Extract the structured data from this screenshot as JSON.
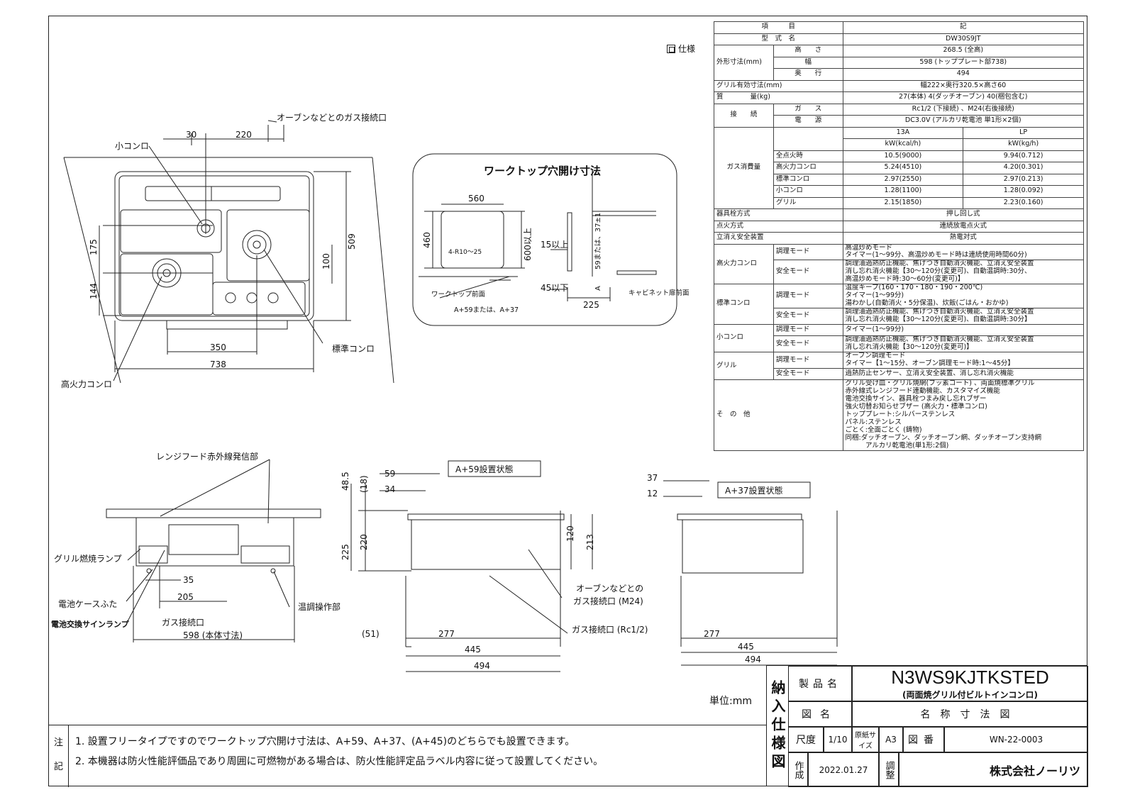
{
  "spec_section_label": "仕様",
  "spec_table": {
    "header": {
      "item": "項　　　目",
      "note": "記"
    },
    "model": {
      "label": "型　式　名",
      "value": "DW30S9JT"
    },
    "dimensions": {
      "group": "外形寸法(mm)",
      "rows": [
        {
          "label": "高　　さ",
          "value": "268.5 (全高)"
        },
        {
          "label": "幅",
          "value": "598 (トッププレート部738)"
        },
        {
          "label": "奥　　行",
          "value": "494"
        }
      ]
    },
    "grill_size": {
      "label": "グリル有効寸法(mm)",
      "value": "幅222×奥行320.5×高さ60"
    },
    "weight": {
      "label": "質　　　　量(kg)",
      "value": "27(本体) 4(ダッチオーブン) 40(梱包含む)"
    },
    "connection": {
      "group": "接　　続",
      "rows": [
        {
          "label": "ガ　　ス",
          "value": "Rc1/2 (下接続) 、M24(右後接続)"
        },
        {
          "label": "電　　源",
          "value": "DC3.0V (アルカリ乾電池 単1形×2個)"
        }
      ]
    },
    "gas": {
      "group": "ガス消費量",
      "col_13a": "13A",
      "col_lp": "LP",
      "unit_13a": "kW(kcal/h)",
      "unit_lp": "kW(kg/h)",
      "rows": [
        {
          "label": "全点火時",
          "v13a": "10.5(9000)",
          "vlp": "9.94(0.712)"
        },
        {
          "label": "高火力コンロ",
          "v13a": "5.24(4510)",
          "vlp": "4.20(0.301)"
        },
        {
          "label": "標準コンロ",
          "v13a": "2.97(2550)",
          "vlp": "2.97(0.213)"
        },
        {
          "label": "小コンロ",
          "v13a": "1.28(1100)",
          "vlp": "1.28(0.092)"
        },
        {
          "label": "グリル",
          "v13a": "2.15(1850)",
          "vlp": "2.23(0.160)"
        }
      ]
    },
    "misc": [
      {
        "label": "器具栓方式",
        "value": "押し回し式"
      },
      {
        "label": "点火方式",
        "value": "連続放電点火式"
      },
      {
        "label": "立消え安全装置",
        "value": "熱電対式"
      }
    ],
    "burners": [
      {
        "name": "高火力コンロ",
        "modes": [
          {
            "mode": "調理モード",
            "lines": [
              "高温炒めモード",
              "タイマー(1〜99分、高温炒めモード時は連続使用時間60分)"
            ]
          },
          {
            "mode": "安全モード",
            "lines": [
              "調理油過熱防止機能、焦げつき自動消火機能、立消え安全装置",
              "消し忘れ消火機能【30〜120分(変更可)、自動温調時:30分、",
              "高温炒めモード時:30〜60分(変更可)】"
            ]
          }
        ]
      },
      {
        "name": "標準コンロ",
        "modes": [
          {
            "mode": "調理モード",
            "lines": [
              "温度キープ(160・170・180・190・200℃)",
              "タイマー(1〜99分)",
              "湯わかし(自動消火・5分保温)、炊飯(ごはん・おかゆ)"
            ]
          },
          {
            "mode": "安全モード",
            "lines": [
              "調理油過熱防止機能、焦げつき自動消火機能、立消え安全装置",
              "消し忘れ消火機能【30〜120分(変更可)、自動温調時:30分】"
            ]
          }
        ]
      },
      {
        "name": "小コンロ",
        "modes": [
          {
            "mode": "調理モード",
            "lines": [
              "タイマー(1〜99分)"
            ]
          },
          {
            "mode": "安全モード",
            "lines": [
              "調理油過熱防止機能、焦げつき自動消火機能、立消え安全装置",
              "消し忘れ消火機能【30〜120分(変更可)】"
            ]
          }
        ]
      },
      {
        "name": "グリル",
        "modes": [
          {
            "mode": "調理モード",
            "lines": [
              "オーブン調理モード",
              "タイマー【1〜15分、オーブン調理モード時:1〜45分】"
            ]
          },
          {
            "mode": "安全モード",
            "lines": [
              "過熱防止センサー、立消え安全装置、消し忘れ消火機能"
            ]
          }
        ]
      }
    ],
    "other": {
      "label": "そ　の　他",
      "lines": [
        "グリル受け皿・グリル焼網(フッ素コート) 、両面焼標準グリル",
        "赤外線式レンジフード連動機能、カスタマイズ機能",
        "電池交換サイン、器具栓つまみ戻し忘れブザー",
        "強火切替お知らせブザー (高火力・標準コンロ)",
        "トッププレート:シルバーステンレス",
        "パネル:ステンレス",
        "ごとく:全面ごとく (鋳物)",
        "同梱:ダッチオーブン、ダッチオーブン網、ダッチオーブン支持網",
        "　　　アルカリ乾電池(単1形:2個)"
      ]
    }
  },
  "top_view": {
    "dims": [
      "30",
      "220",
      "509",
      "175",
      "144",
      "100",
      "350",
      "738"
    ],
    "labels": {
      "gas_oven": "オーブンなどとのガス接続口",
      "small": "小コンロ",
      "standard": "標準コンロ",
      "high": "高火力コンロ"
    }
  },
  "cutout": {
    "title": "ワークトップ穴開け寸法",
    "dims": [
      "560",
      "460",
      "600以上",
      "4-R10〜25",
      "15以上",
      "45以下",
      "59または、37±1",
      "225",
      "A+59または、A+37"
    ],
    "labels": {
      "front": "ワークトップ前面",
      "cabinet": "キャビネット扉前面",
      "a": "A"
    }
  },
  "front_view": {
    "labels": {
      "hood": "レンジフード赤外線発信部",
      "grill_lamp": "グリル燃焼ランプ",
      "battery": "電池ケースふた",
      "battery_sign": "電池交換サインランプ",
      "temp": "温調操作部",
      "gas": "ガス接続口"
    },
    "dims": [
      "35",
      "205",
      "598 (本体寸法)"
    ]
  },
  "side_a59": {
    "title": "A+59設置状態",
    "dims": [
      "48.5",
      "(18)",
      "59",
      "34",
      "225",
      "220",
      "120",
      "213",
      "(51)",
      "277",
      "445",
      "494"
    ],
    "labels": {
      "gas_m24a": "オーブンなどとの",
      "gas_m24b": "ガス接続口 (M24)",
      "gas_rc": "ガス接続口 (Rc1/2)"
    }
  },
  "side_a37": {
    "title": "A+37設置状態",
    "dims": [
      "37",
      "12",
      "277",
      "445",
      "494"
    ]
  },
  "notes": {
    "tag": "注記",
    "lines": [
      "1. 設置フリータイプですのでワークトップ穴開け寸法は、A+59、A+37、(A+45)のどちらでも設置できます。",
      "2. 本機器は防火性能評価品であり周囲に可燃物がある場合は、防火性能評定品ラベル内容に従って設置してください。"
    ]
  },
  "unit": "単位:mm",
  "title_block": {
    "vertical": "納入仕様図",
    "product_label": "製品名",
    "product_code": "N3WS9KJTKSTED",
    "product_desc": "(両面焼グリル付ビルトインコンロ)",
    "drawing_label": "図名",
    "drawing_name": "名称寸法図",
    "scale_label": "尺度",
    "scale": "1/10",
    "paper_label": "原紙サイズ",
    "paper": "A3",
    "number_label": "図番",
    "number": "WN-22-0003",
    "made_label": "作成",
    "date": "2022.01.27",
    "check_label": "調整",
    "company": "株式会社ノーリツ"
  }
}
